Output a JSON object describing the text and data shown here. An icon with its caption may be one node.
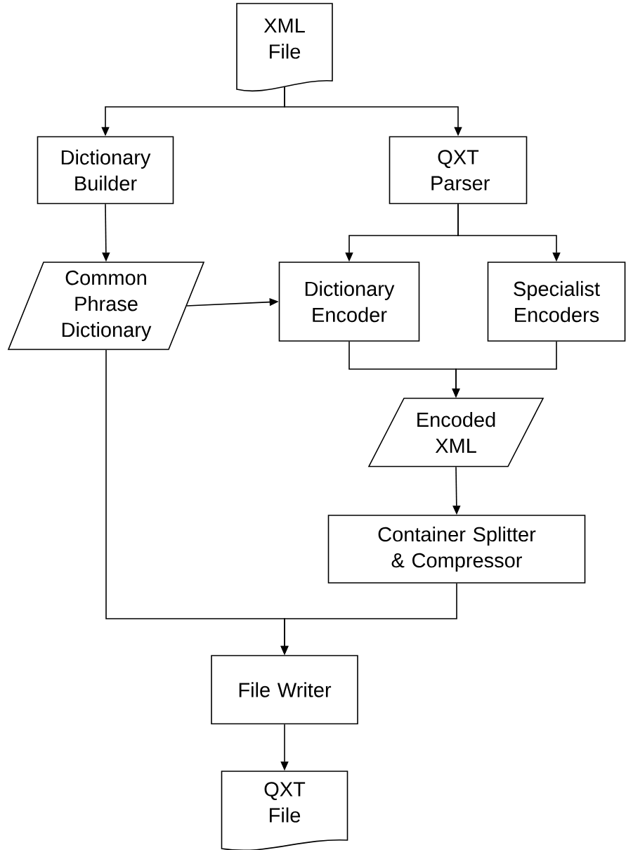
{
  "diagram": {
    "nodes": [
      {
        "text": [
          "XML File"
        ]
      },
      {
        "text": [
          "Dictionary Builder"
        ]
      },
      {
        "text": [
          "QXT Parser"
        ]
      },
      {
        "text": [
          "Common Phrase Dictionary"
        ]
      },
      {
        "text": [
          "Dictionary Encoder"
        ]
      },
      {
        "text": [
          "Specialist Encoders"
        ]
      },
      {
        "text": [
          "Encoded XML"
        ]
      },
      {
        "text": [
          "Container Splitter & Compressor"
        ]
      },
      {
        "text": [
          "File Writer"
        ]
      },
      {
        "text": [
          "QXT File"
        ]
      }
    ],
    "edges": [
      {
        "from": 0,
        "to": 1,
        "arrow": "to"
      },
      {
        "from": 0,
        "to": 2,
        "arrow": "to"
      },
      {
        "from": 1,
        "to": 3,
        "arrow": "to"
      },
      {
        "from": 2,
        "to": 4,
        "arrow": "to"
      },
      {
        "from": 2,
        "to": 5,
        "arrow": "to"
      },
      {
        "from": 3,
        "to": 4,
        "arrow": "to"
      },
      {
        "from": 4,
        "to": 6,
        "arrow": "to"
      },
      {
        "from": 5,
        "to": 6,
        "arrow": "to"
      },
      {
        "from": 6,
        "to": 7,
        "arrow": "to"
      },
      {
        "from": 3,
        "to": 8,
        "arrow": "to"
      },
      {
        "from": 7,
        "to": 8,
        "arrow": "to"
      },
      {
        "from": 8,
        "to": 9,
        "arrow": "to"
      }
    ]
  }
}
